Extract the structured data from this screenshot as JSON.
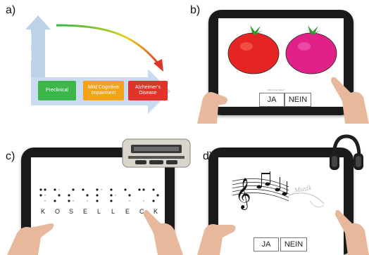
{
  "panels": {
    "a": {
      "label": "a)",
      "axis_label": "Brain Health",
      "stages": [
        "Preclinical",
        "Mild Cognitive Impairment",
        "Alzheimer's Disease"
      ],
      "colors": {
        "stage1": "#3cb54a",
        "stage2": "#f3a21a",
        "stage3": "#e0342b"
      }
    },
    "b": {
      "label": "b)",
      "instruction": "Stimmt die Farbe?",
      "yes_label": "JA",
      "no_label": "NEIN",
      "colors": {
        "tomato_red": "#e52521",
        "tomato_pink": "#e0218a",
        "stem": "#2e9a2e"
      }
    },
    "c": {
      "label": "c)",
      "letters": [
        "K",
        "O",
        "S",
        "E",
        "L",
        "L",
        "E",
        "C",
        "K"
      ],
      "device": "braille-display"
    },
    "d": {
      "label": "d)",
      "yes_label": "JA",
      "no_label": "NEIN",
      "music_text": "Musik",
      "device": "headphones"
    }
  }
}
